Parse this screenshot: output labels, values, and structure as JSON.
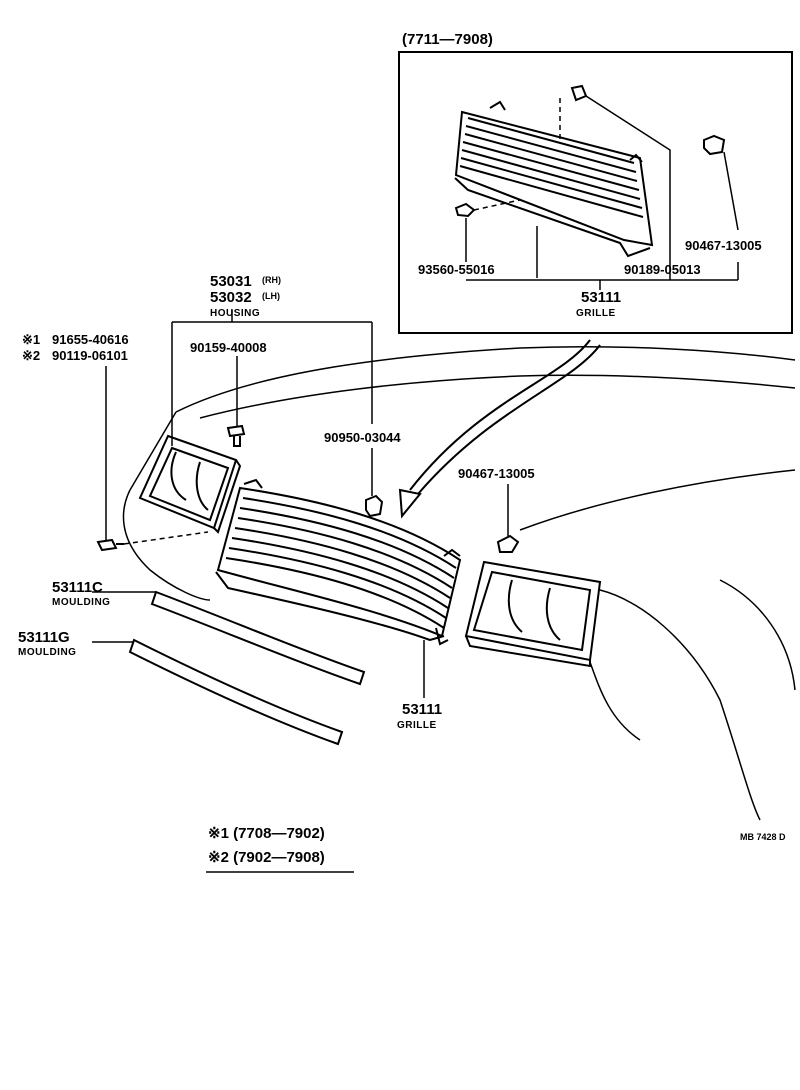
{
  "inset": {
    "date_range": "(7711—7908)",
    "parts": {
      "nut_a": "93560-55016",
      "clip_b": "90189-05013",
      "clip_c": "90467-13005"
    },
    "grille_number": "53111",
    "grille_name": "GRILLE"
  },
  "housing": {
    "rh_number": "53031",
    "rh_suffix": "(RH)",
    "lh_number": "53032",
    "lh_suffix": "(LH)",
    "name": "HOUSING"
  },
  "screws": {
    "mark1": "※1",
    "part1": "91655-40616",
    "mark2": "※2",
    "part2": "90119-06101"
  },
  "callouts": {
    "bolt": "90159-40008",
    "nut": "90950-03044",
    "clip": "90467-13005"
  },
  "mouldings": [
    {
      "number": "53111C",
      "name": "MOULDING"
    },
    {
      "number": "53111G",
      "name": "MOULDING"
    }
  ],
  "grille": {
    "number": "53111",
    "name": "GRILLE"
  },
  "legend": {
    "line1": "※1 (7708—7902)",
    "line2": "※2 (7902—7908)"
  },
  "code": "MB 7428 D"
}
